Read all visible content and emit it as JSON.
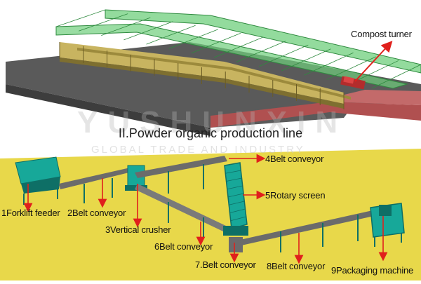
{
  "caption": "II.Powder organic production line",
  "watermark": {
    "brand": "YUSHUNXIN",
    "tagline": "GLOBAL TRADE AND INDUSTRY"
  },
  "top_labels": {
    "compost_turner": "Compost turner"
  },
  "equipment": [
    {
      "id": "forklift-feeder",
      "label": "1Forklift feeder"
    },
    {
      "id": "belt-conveyor-2",
      "label": "2Belt conveyor"
    },
    {
      "id": "vertical-crusher",
      "label": "3Vertical crusher"
    },
    {
      "id": "belt-conveyor-4",
      "label": "4Belt conveyor"
    },
    {
      "id": "rotary-screen",
      "label": "5Rotary screen"
    },
    {
      "id": "belt-conveyor-6",
      "label": "6Belt conveyor"
    },
    {
      "id": "belt-conveyor-7",
      "label": "7.Belt conveyor"
    },
    {
      "id": "belt-conveyor-8",
      "label": "8Belt conveyor"
    },
    {
      "id": "packaging-machine",
      "label": "9Packaging machine"
    }
  ],
  "colors": {
    "sky": "#ffffff",
    "ground_top": "#5a5a5a",
    "ground_side": "#3a3a3a",
    "red_wall": "#b05050",
    "roof": "#6fcf7c",
    "roof_frame": "#2f8a3f",
    "panel": "#c8b460",
    "floor": "#e8d84a",
    "machine": "#17a899",
    "machine_dark": "#0e6f66",
    "belt": "#6b6b6b",
    "arrow": "#e0201c"
  }
}
